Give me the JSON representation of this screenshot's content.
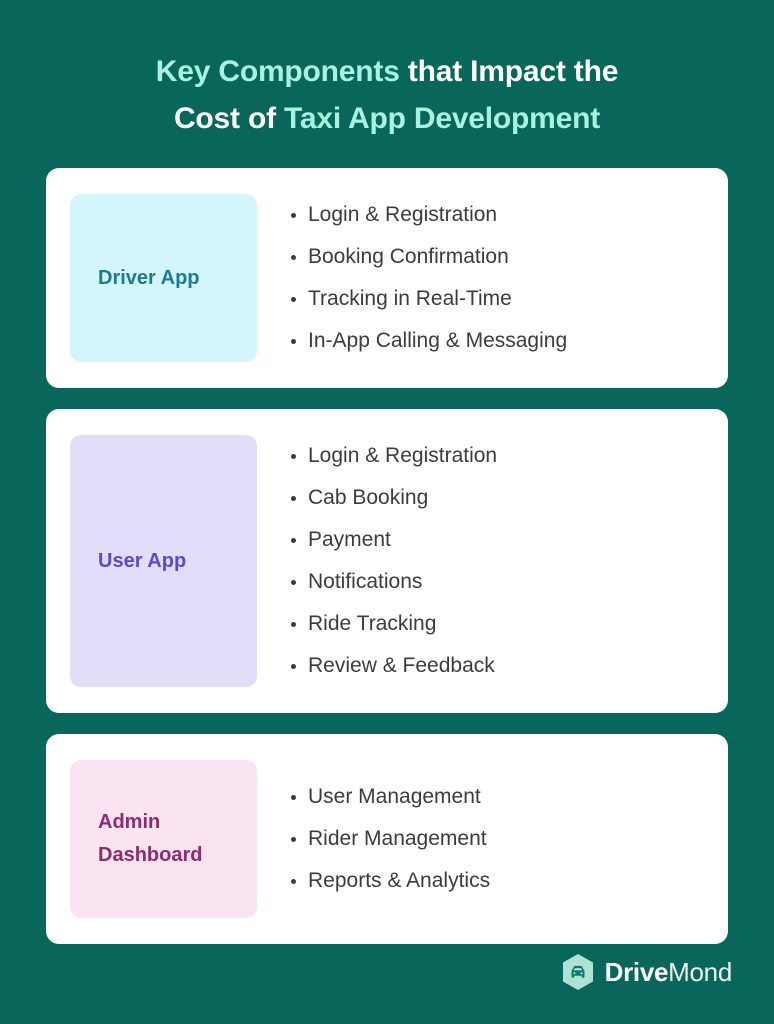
{
  "theme": {
    "background": "#08665B",
    "card_background": "#FFFFFF",
    "title_accent": "#A8F2E2",
    "title_plain": "#FFFFFF",
    "bullet_text": "#3C3C3C"
  },
  "title": {
    "line1_accent": "Key Components",
    "line1_plain": " that Impact the",
    "line2_plain": "Cost of ",
    "line2_accent": "Taxi App Development"
  },
  "cards": [
    {
      "chip_label": "Driver App",
      "chip_bg": "#D4F5FB",
      "chip_color": "#1B7D8C",
      "items": [
        "Login & Registration",
        "Booking Confirmation",
        "Tracking in Real-Time",
        "In-App Calling & Messaging"
      ]
    },
    {
      "chip_label": "User App",
      "chip_bg": "#E2DEF9",
      "chip_color": "#5A49CE",
      "items": [
        "Login & Registration",
        "Cab Booking",
        "Payment",
        "Notifications",
        "Ride Tracking",
        "Review & Feedback"
      ]
    },
    {
      "chip_label": "Admin Dashboard",
      "chip_bg": "#FBE4F2",
      "chip_color": "#8E2C6B",
      "items": [
        "User Management",
        "Rider Management",
        "Reports & Analytics"
      ]
    }
  ],
  "footer": {
    "logo_icon": "hexagon-car-icon",
    "brand_bold": "Drive",
    "brand_light": "Mond"
  }
}
